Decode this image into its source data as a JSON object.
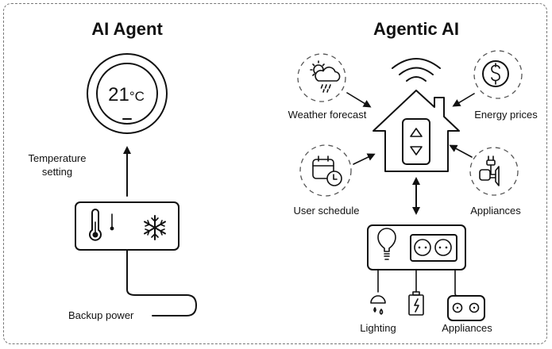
{
  "left_panel": {
    "title": "AI Agent",
    "thermostat": {
      "temperature": "21",
      "unit": "°C"
    },
    "labels": {
      "temperature_setting_line1": "Temperature",
      "temperature_setting_line2": "setting",
      "backup_power": "Backup power"
    },
    "icons": [
      "thermostat-dial-icon",
      "thermometer-icon",
      "snowflake-icon"
    ]
  },
  "right_panel": {
    "title": "Agentic AI",
    "inputs": [
      {
        "label": "Weather forecast",
        "icon": "weather-cloud-rain-icon"
      },
      {
        "label": "Energy prices",
        "icon": "dollar-coin-icon"
      },
      {
        "label": "User schedule",
        "icon": "calendar-clock-icon"
      },
      {
        "label": "Appliances",
        "icon": "plug-appliance-icon"
      }
    ],
    "hub": {
      "icon": "smart-home-icon",
      "control": "up-down-control-icon",
      "signal": "wifi-signal-icon"
    },
    "outputs": [
      {
        "label": "Lighting",
        "icon": "lamp-icon"
      },
      {
        "label": "",
        "icon": "battery-charging-icon"
      },
      {
        "label": "Appliances",
        "icon": "socket-appliance-icon"
      }
    ]
  },
  "colors": {
    "ink": "#111111",
    "dashed_border": "#777777",
    "background": "#ffffff"
  }
}
